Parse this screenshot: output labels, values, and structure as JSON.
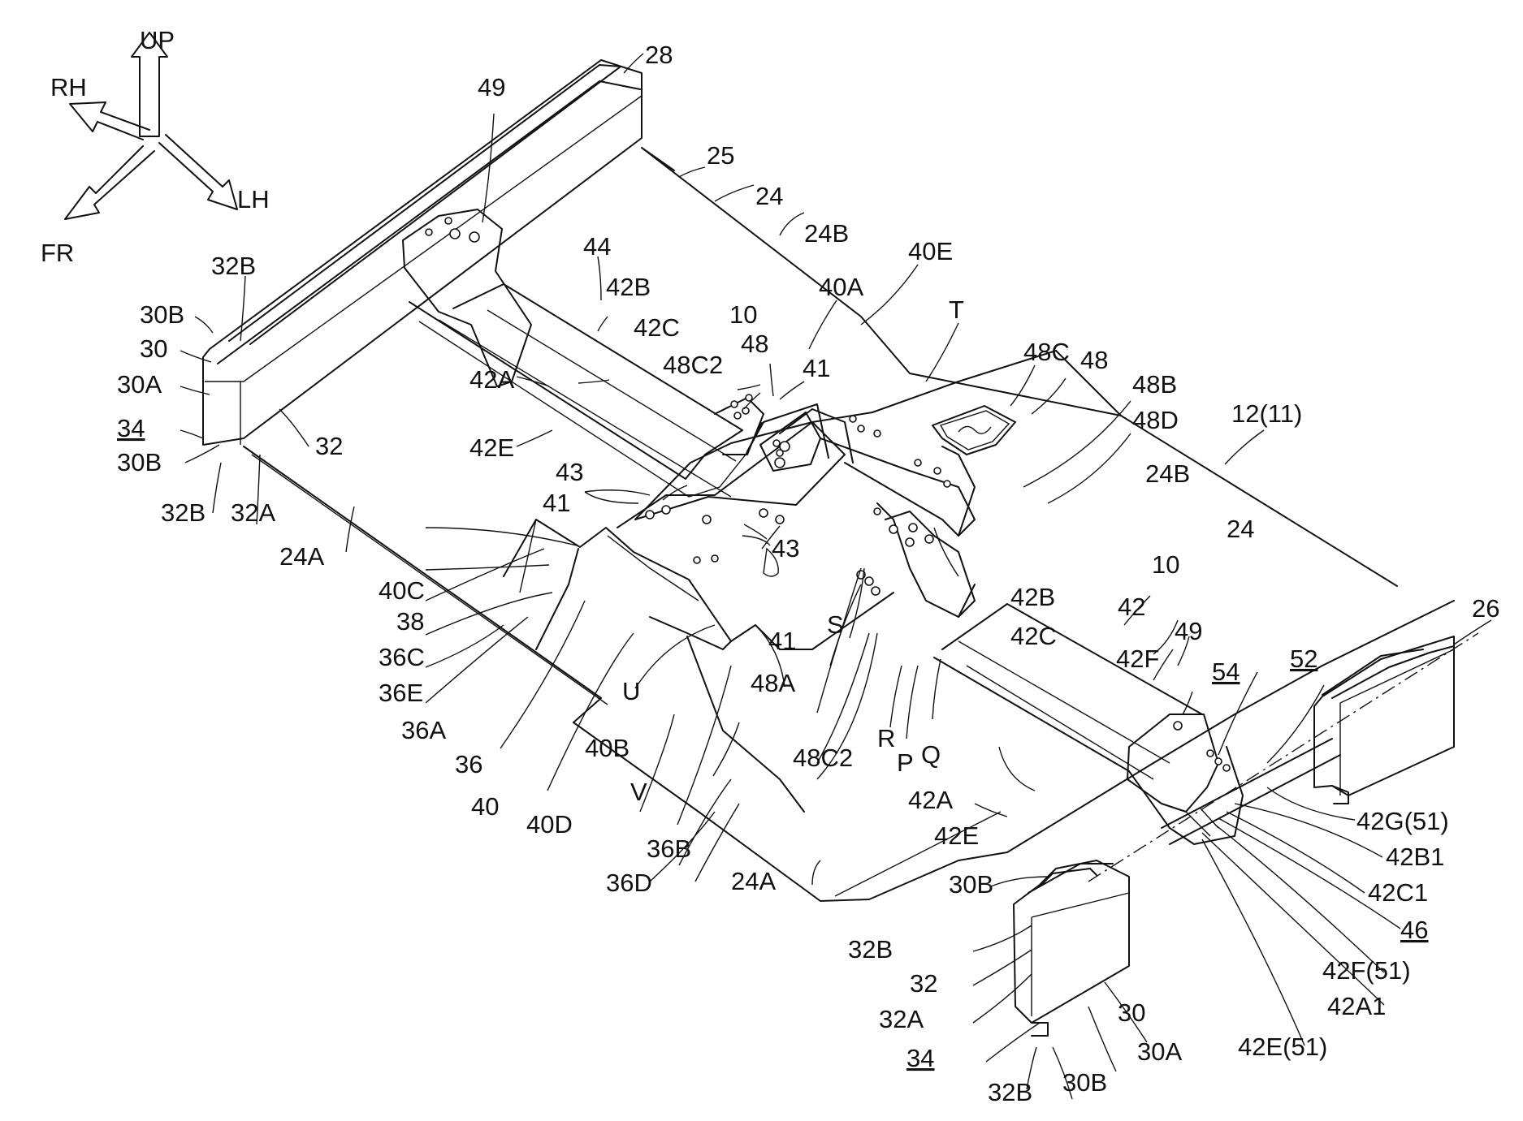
{
  "compass": {
    "up": "UP",
    "rh": "RH",
    "lh": "LH",
    "fr": "FR"
  },
  "labels": {
    "l28": "28",
    "l25": "25",
    "l24_top": "24",
    "l49_top": "49",
    "l24B_top": "24B",
    "l32B_tl": "32B",
    "l30B_tl": "30B",
    "l30_tl": "30",
    "l30A_tl": "30A",
    "l34_tl": "34",
    "l30B_tl2": "30B",
    "l32B_tl2": "32B",
    "l32A_tl": "32A",
    "l32_tl": "32",
    "l24A_tl": "24A",
    "l44": "44",
    "l42B_tl": "42B",
    "l42C_tl": "42C",
    "l42A_tl": "42A",
    "l42E_tl": "42E",
    "l10_top": "10",
    "l48_top": "48",
    "l48C2_top": "48C2",
    "l41_top": "41",
    "l40A": "40A",
    "l40E": "40E",
    "lT": "T",
    "l48C_top": "48C",
    "l48_right": "48",
    "l48B": "48B",
    "l48D": "48D",
    "l12": "12(11)",
    "l24B_right": "24B",
    "l24_right": "24",
    "l43_a": "43",
    "l41_mid": "41",
    "l43_b": "43",
    "l40C": "40C",
    "l38": "38",
    "l36C": "36C",
    "l36E": "36E",
    "l36A": "36A",
    "l36": "36",
    "l40": "40",
    "l40D": "40D",
    "lU": "U",
    "l40B": "40B",
    "lV": "V",
    "l36B": "36B",
    "l36D": "36D",
    "l41_low": "41",
    "lS": "S",
    "l48A": "48A",
    "l48C2_low": "48C2",
    "lR": "R",
    "lP": "P",
    "lQ": "Q",
    "l10_right": "10",
    "l42B_r": "42B",
    "l42C_r": "42C",
    "l42_r": "42",
    "l42F": "42F",
    "l49_right": "49",
    "l54": "54",
    "l52": "52",
    "l26": "26",
    "l42A_r": "42A",
    "l42E_r": "42E",
    "l42G51": "42G(51)",
    "l42B1": "42B1",
    "l42C1": "42C1",
    "l46": "46",
    "l42F51": "42F(51)",
    "l42A1": "42A1",
    "l42E51": "42E(51)",
    "l24A_low": "24A",
    "l30B_br": "30B",
    "l32B_br": "32B",
    "l32_br": "32",
    "l32A_br": "32A",
    "l34_br": "34",
    "l32B_br2": "32B",
    "l30B_br2": "30B",
    "l30_br": "30",
    "l30A_br": "30A"
  }
}
